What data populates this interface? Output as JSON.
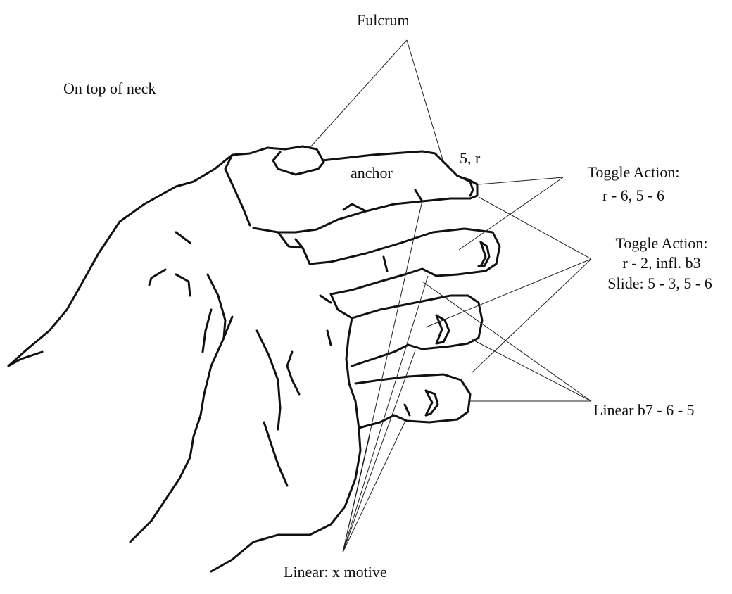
{
  "labels": {
    "fulcrum": "Fulcrum",
    "on_top_of_neck": "On top of neck",
    "anchor": "anchor",
    "five_r": "5, r",
    "toggle1_title": "Toggle Action:",
    "toggle1_detail": "r - 6, 5 - 6",
    "toggle2_title": "Toggle Action:",
    "toggle2_detail": "r - 2, infl. b3",
    "slide": "Slide: 5 - 3, 5 - 6",
    "linear_b7": "Linear b7 - 6 - 5",
    "linear_x": "Linear: x motive"
  },
  "colors": {
    "ink": "#111111",
    "background": "#ffffff"
  }
}
